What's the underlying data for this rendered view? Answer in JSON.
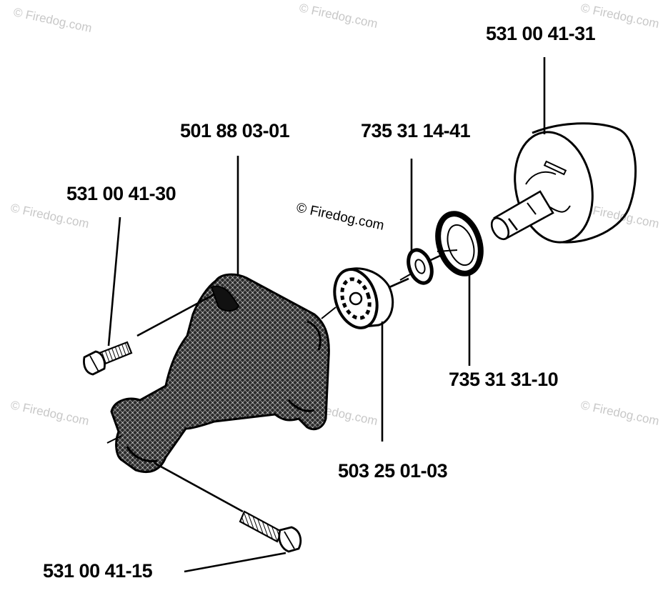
{
  "watermark": {
    "text": "© Firedog.com"
  },
  "labels": {
    "drum": "531 00 41-31",
    "housing": "501 88 03-01",
    "washer": "735 31 14-41",
    "screw_top": "531 00 41-30",
    "ring": "735 31 31-10",
    "bearing": "503 25 01-03",
    "screw_bottom": "531 00 41-15"
  },
  "colors": {
    "ink": "#000000",
    "watermark": "#c8c8c8",
    "background": "#ffffff"
  }
}
